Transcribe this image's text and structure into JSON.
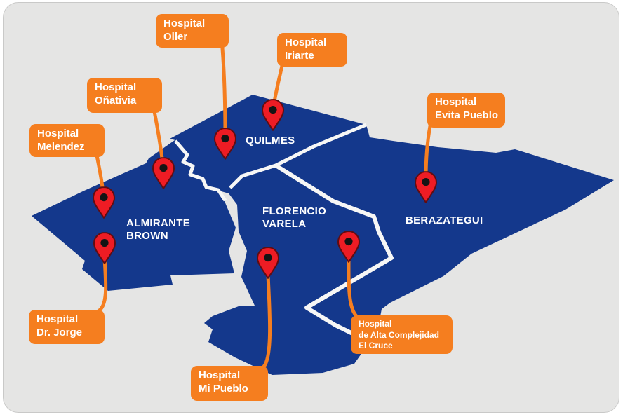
{
  "page": {
    "background": "#FFFFFF",
    "panel_background": "#E5E5E4"
  },
  "palette": {
    "region_blue": "#14388C",
    "callout_orange": "#F57E1F",
    "pin_red": "#EE1C24",
    "pin_outline": "#5F0D12",
    "pin_dot": "#141414",
    "boundary_white": "#F7F7F6",
    "label_text": "#FFFFFF"
  },
  "map": {
    "districts": [
      {
        "id": "quilmes",
        "name": "QUILMES"
      },
      {
        "id": "almirante-brown",
        "name": "ALMIRANTE\nBROWN"
      },
      {
        "id": "florencio-varela",
        "name": "FLORENCIO\nVARELA"
      },
      {
        "id": "berazategui",
        "name": "BERAZATEGUI"
      }
    ],
    "hospitals": [
      {
        "id": "oller",
        "label": "Hospital\nOller"
      },
      {
        "id": "iriarte",
        "label": "Hospital\nIriarte"
      },
      {
        "id": "onativia",
        "label": "Hospital\nOñativia"
      },
      {
        "id": "melendez",
        "label": "Hospital\nMelendez"
      },
      {
        "id": "evita-pueblo",
        "label": "Hospital\nEvita Pueblo"
      },
      {
        "id": "dr-jorge",
        "label": "Hospital\nDr. Jorge"
      },
      {
        "id": "mi-pueblo",
        "label": "Hospital\nMi Pueblo"
      },
      {
        "id": "el-cruce",
        "label": "Hospital\nde Alta Complejidad\nEl Cruce"
      }
    ]
  }
}
